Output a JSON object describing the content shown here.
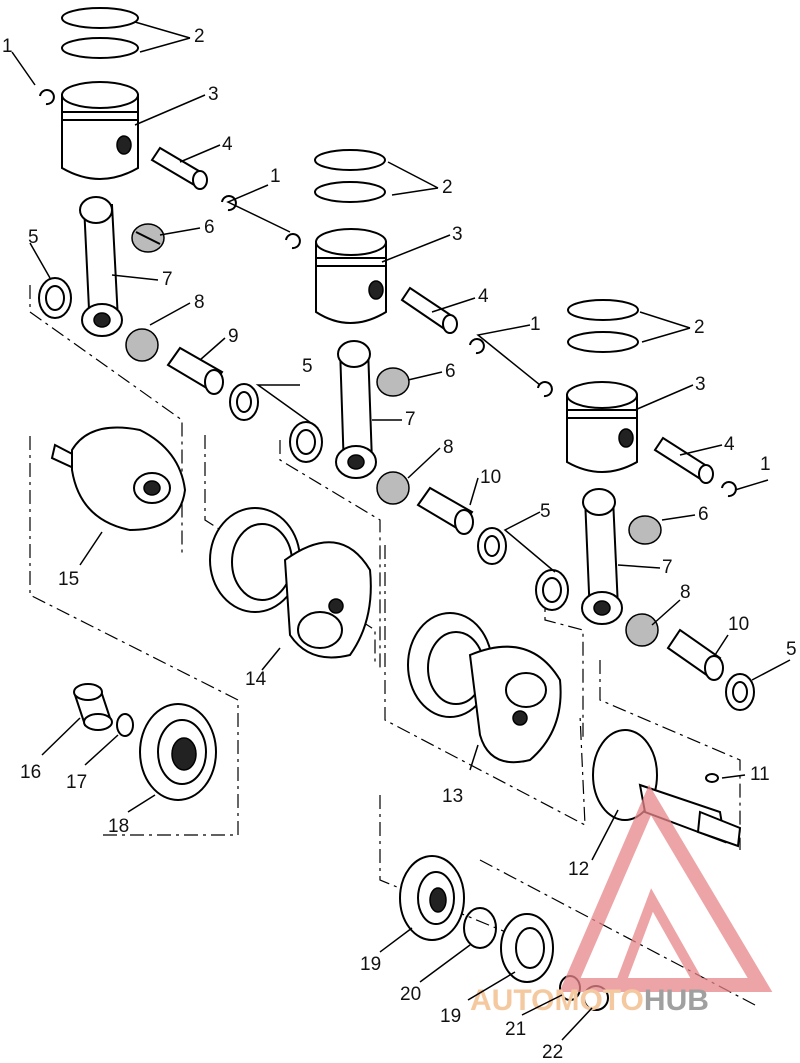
{
  "watermark": {
    "part1": "AUTO",
    "part2": "MOTO",
    "part3": "HUB",
    "color_accent": "#f5c9a0",
    "color_logo": "#e8868a",
    "color_gray": "#a0a0a0"
  },
  "callouts": {
    "c1a": "1",
    "c2a": "2",
    "c3a": "3",
    "c4a": "4",
    "c5a": "5",
    "c6a": "6",
    "c7a": "7",
    "c8a": "8",
    "c9": "9",
    "c1b": "1",
    "c2b": "2",
    "c3b": "3",
    "c4b": "4",
    "c5b": "5",
    "c6b": "6",
    "c7b": "7",
    "c8b": "8",
    "c10a": "10",
    "c1c": "1",
    "c2c": "2",
    "c3c": "3",
    "c4c": "4",
    "c5c": "5",
    "c6c": "6",
    "c7c": "7",
    "c8c": "8",
    "c10b": "10",
    "c5d": "5",
    "c11": "11",
    "c12": "12",
    "c13": "13",
    "c14": "14",
    "c15": "15",
    "c16": "16",
    "c17": "17",
    "c18": "18",
    "c19a": "19",
    "c19b": "19",
    "c20": "20",
    "c21": "21",
    "c22": "22"
  }
}
